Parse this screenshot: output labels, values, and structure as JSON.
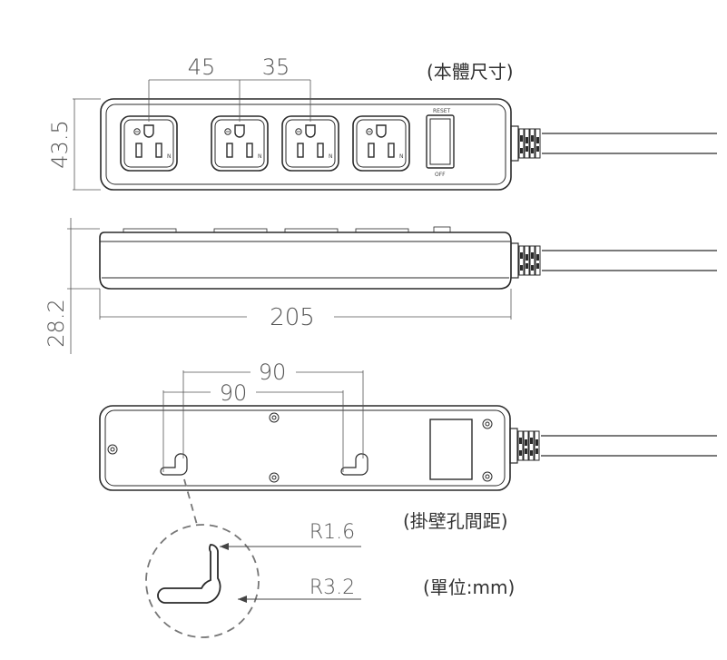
{
  "title_note": "(本體尺寸)",
  "wall_note": "(掛壁孔間距)",
  "unit_note": "(單位:mm)",
  "dimensions": {
    "outlet_spacing_1": "45",
    "outlet_spacing_2": "35",
    "height": "43.5",
    "thickness": "28.2",
    "length": "205",
    "hole_spacing_a": "90",
    "hole_spacing_b": "90",
    "radius_small": "R1.6",
    "radius_large": "R3.2"
  },
  "switch_labels": {
    "top": "RESET",
    "bottom": "OFF"
  },
  "outlet_marks": {
    "ground": "G",
    "neutral": "N"
  },
  "colors": {
    "line": "#2a2a2a",
    "dim_text": "#555555",
    "dash": "#777777"
  }
}
